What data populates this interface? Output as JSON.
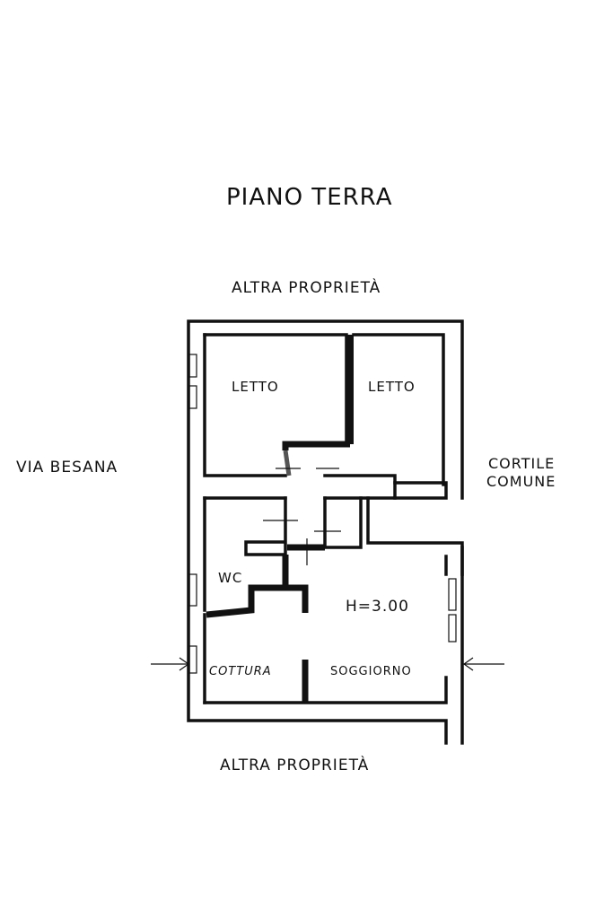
{
  "title": "PIANO TERRA",
  "labels": {
    "top": "ALTRA PROPRIETÀ",
    "bottom": "ALTRA PROPRIETÀ",
    "left": "VIA BESANA",
    "right_line1": "CORTILE",
    "right_line2": "COMUNE"
  },
  "rooms": {
    "letto1": "LETTO",
    "letto2": "LETTO",
    "wc": "WC",
    "height": "H=3.00",
    "cottura": "COTTURA",
    "soggiorno": "SOGGIORNO"
  }
}
